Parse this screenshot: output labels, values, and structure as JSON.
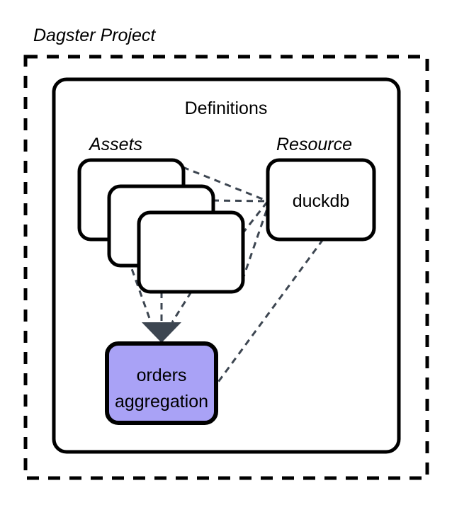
{
  "diagram": {
    "title": "Dagster Project",
    "container": {
      "label": "Definitions",
      "border_style": "dashed",
      "border_color": "#000000"
    },
    "sections": [
      {
        "id": "assets",
        "label": "Assets",
        "style": "italic"
      },
      {
        "id": "resource",
        "label": "Resource",
        "style": "italic"
      }
    ],
    "nodes": [
      {
        "id": "asset-card-back",
        "label": "",
        "fill": "#ffffff",
        "stroke": "#000000"
      },
      {
        "id": "asset-card-middle",
        "label": "",
        "fill": "#ffffff",
        "stroke": "#000000"
      },
      {
        "id": "asset-card-front",
        "label": "",
        "fill": "#ffffff",
        "stroke": "#000000"
      },
      {
        "id": "duckdb",
        "label": "duckdb",
        "fill": "#ffffff",
        "stroke": "#000000"
      },
      {
        "id": "orders-aggregation",
        "label_line1": "orders",
        "label_line2": "aggregation",
        "fill": "#A9A2F6",
        "stroke": "#000000"
      }
    ],
    "edges": [
      {
        "from": "asset-card-back",
        "to": "duckdb",
        "style": "dashed"
      },
      {
        "from": "asset-card-middle",
        "to": "duckdb",
        "style": "dashed"
      },
      {
        "from": "asset-card-front",
        "to": "duckdb",
        "style": "dashed"
      },
      {
        "from": "asset-card-back",
        "to": "orders-aggregation",
        "style": "dashed",
        "arrow": true
      },
      {
        "from": "asset-card-middle",
        "to": "orders-aggregation",
        "style": "dashed",
        "arrow": true
      },
      {
        "from": "asset-card-front",
        "to": "orders-aggregation",
        "style": "dashed",
        "arrow": true
      },
      {
        "from": "duckdb",
        "to": "orders-aggregation",
        "style": "dashed"
      }
    ],
    "colors": {
      "accent_purple": "#A9A2F6",
      "edge": "#3D4651",
      "arrow": "#3D4651",
      "outline": "#000000",
      "background": "#ffffff"
    }
  }
}
